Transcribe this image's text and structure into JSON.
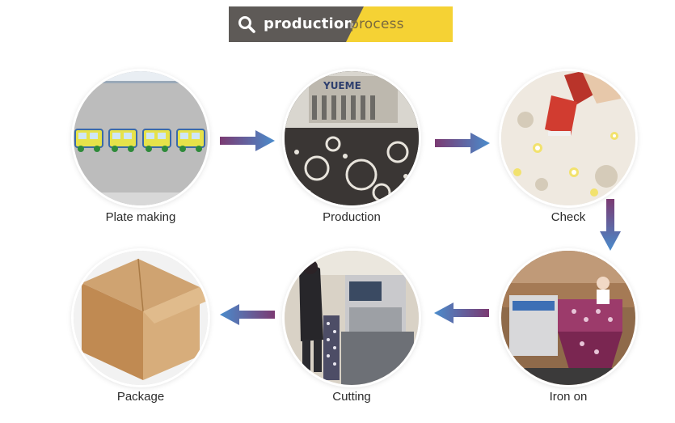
{
  "header": {
    "word1": "production",
    "word2": "process",
    "icon": "search-icon"
  },
  "steps": [
    {
      "label": "Plate making",
      "icon": "embroidery-pattern-photo"
    },
    {
      "label": "Production",
      "icon": "embroidery-machine-photo"
    },
    {
      "label": "Check",
      "icon": "inspection-photo"
    },
    {
      "label": "Iron on",
      "icon": "ironing-machine-photo"
    },
    {
      "label": "Cutting",
      "icon": "cutting-machine-photo"
    },
    {
      "label": "Package",
      "icon": "cardboard-box-photo"
    }
  ],
  "colors": {
    "banner_dark": "#5e5a57",
    "banner_accent": "#f5d234",
    "arrow_start": "#7b3a72",
    "arrow_end": "#4a8ccc"
  }
}
